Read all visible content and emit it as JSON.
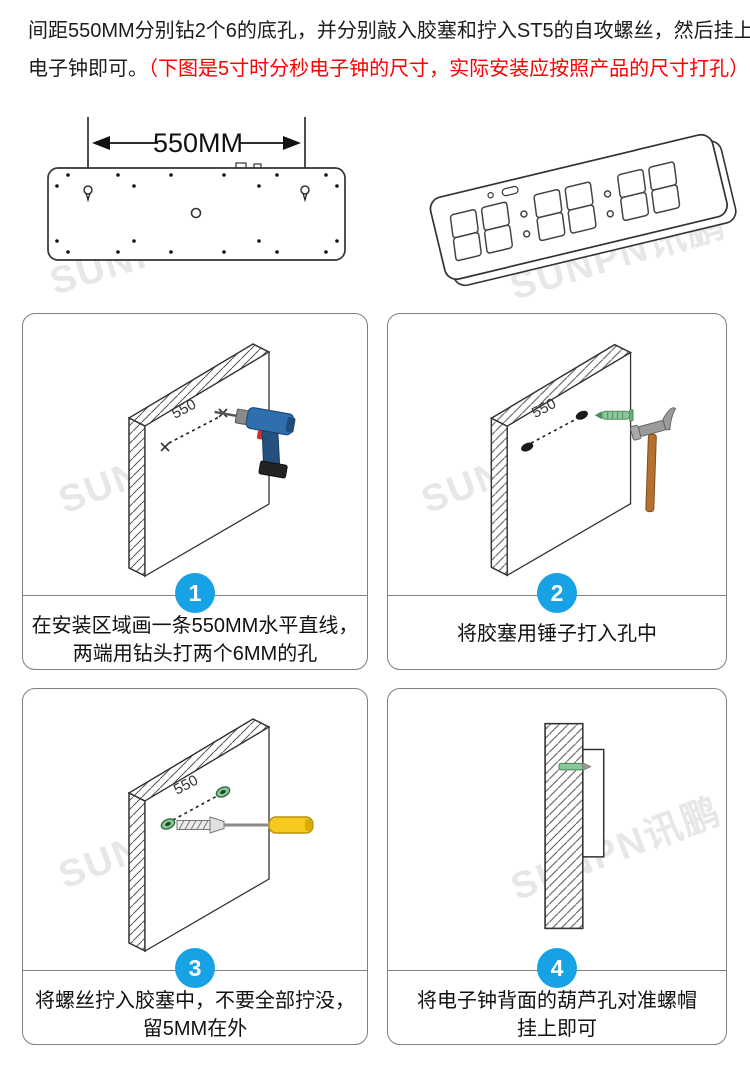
{
  "intro": {
    "line1": "间距550MM分别钻2个6的底孔，并分别敲入胶塞和拧入ST5的自攻螺丝，然后挂上",
    "line2_black": "电子钟即可。",
    "line2_red": "（下图是5寸时分秒电子钟的尺寸，实际安装应按照产品的尺寸打孔）"
  },
  "back_panel": {
    "dimension_label": "550MM"
  },
  "watermark": {
    "text": "SUNPN讯鹏"
  },
  "steps": [
    {
      "number": "1",
      "distance_label": "550",
      "caption": "在安装区域画一条550MM水平直线，\n两端用钻头打两个6MM的孔"
    },
    {
      "number": "2",
      "distance_label": "550",
      "caption": "将胶塞用锤子打入孔中"
    },
    {
      "number": "3",
      "distance_label": "550",
      "caption": "将螺丝拧入胶塞中，不要全部拧没，\n留5MM在外"
    },
    {
      "number": "4",
      "caption": "将电子钟背面的葫芦孔对准螺帽\n挂上即可"
    }
  ],
  "colors": {
    "badge_blue": "#17a2e6",
    "warning_red": "#fe0000",
    "plug_green": "#8cc79b",
    "handle_yellow": "#f5c91d",
    "drill_blue": "#2f6fad",
    "wood_brown": "#b5722f"
  }
}
